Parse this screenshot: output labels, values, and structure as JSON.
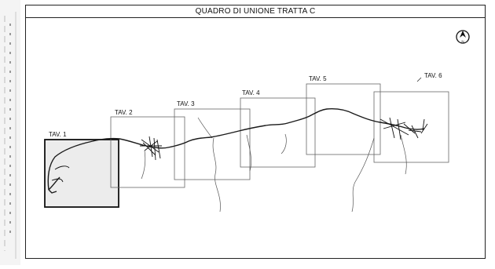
{
  "title": "QUADRO DI UNIONE TRATTA C",
  "compass": {
    "icon": "north-arrow-icon",
    "label": "N"
  },
  "sheets": [
    {
      "id": "tav-1",
      "label": "TAV. 1"
    },
    {
      "id": "tav-2",
      "label": "TAV. 2"
    },
    {
      "id": "tav-3",
      "label": "TAV. 3"
    },
    {
      "id": "tav-4",
      "label": "TAV. 4"
    },
    {
      "id": "tav-5",
      "label": "TAV. 5"
    },
    {
      "id": "tav-6",
      "label": "TAV. 6"
    }
  ],
  "colors": {
    "frame": "#222222",
    "route": "#1a1a1a",
    "sheet_highlight": "#ededed",
    "stream": "#555555"
  }
}
